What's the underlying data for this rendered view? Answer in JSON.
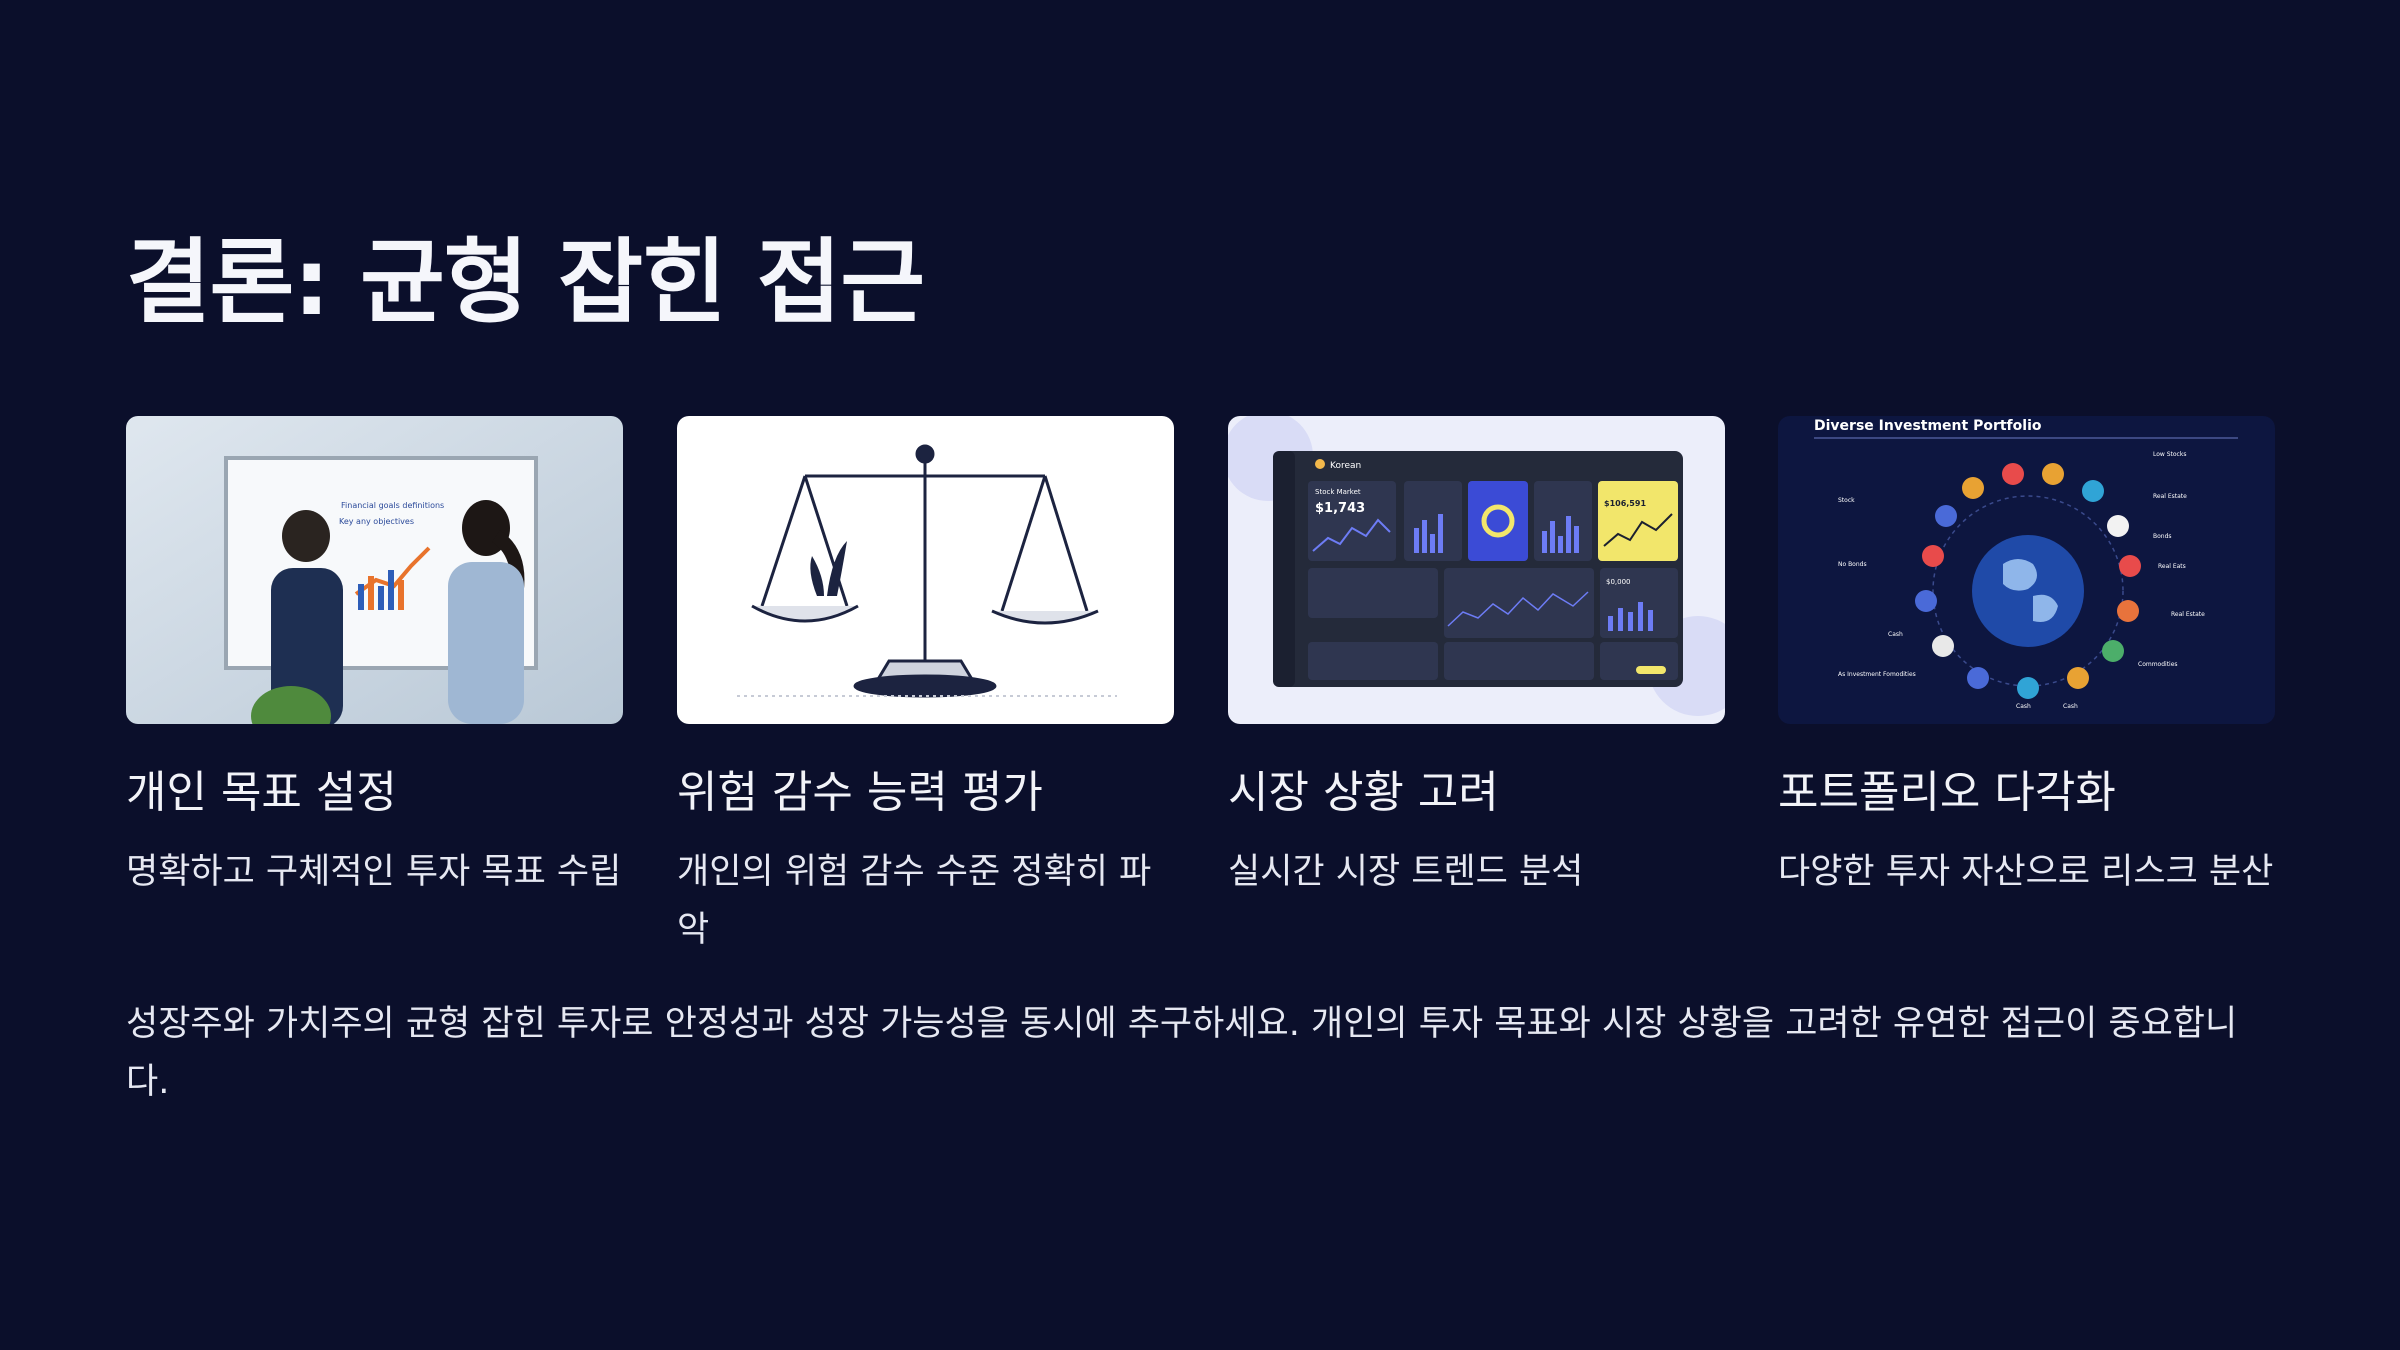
{
  "slide": {
    "title": "결론: 균형 잡힌 접근",
    "cards": [
      {
        "title": "개인 목표 설정",
        "description": "명확하고 구체적인 투자 목표 수립",
        "image_icon": "whiteboard-planning-photo",
        "image_text": [
          "Financial goals definitions",
          "Key any objectives"
        ]
      },
      {
        "title": "위험 감수 능력 평가",
        "description": "개인의 위험 감수 수준 정확히 파악",
        "image_icon": "balance-scale-illustration"
      },
      {
        "title": "시장 상황 고려",
        "description": "실시간 시장 트렌드 분석",
        "image_icon": "stock-dashboard-illustration",
        "image_text": {
          "brand": "Korean",
          "heading": "Stock Market",
          "big_value": "$1,743",
          "value_2": "$106,591",
          "value_3": "$0,000"
        }
      },
      {
        "title": "포트폴리오 다각화",
        "description": "다양한 투자 자산으로 리스크 분산",
        "image_icon": "diversified-portfolio-globe-infographic",
        "image_text": {
          "heading": "Diverse Investment Portfolio",
          "labels": [
            "Low Stocks",
            "Real Estate",
            "Stock",
            "Bonds",
            "No Bonds",
            "Real Eats",
            "Cash",
            "Real Estate",
            "Commodities",
            "As Investment Fomodities",
            "Cash",
            "Cash"
          ]
        }
      }
    ],
    "summary": "성장주와 가치주의 균형 잡힌 투자로 안정성과 성장 가능성을 동시에 추구하세요. 개인의 투자 목표와 시장 상황을 고려한 유연한 접근이 중요합니다."
  },
  "colors": {
    "background": "#0b0f2b",
    "text": "#ffffff",
    "dashboard_accent": "#5b6cf0",
    "dashboard_highlight": "#f2e66b"
  }
}
